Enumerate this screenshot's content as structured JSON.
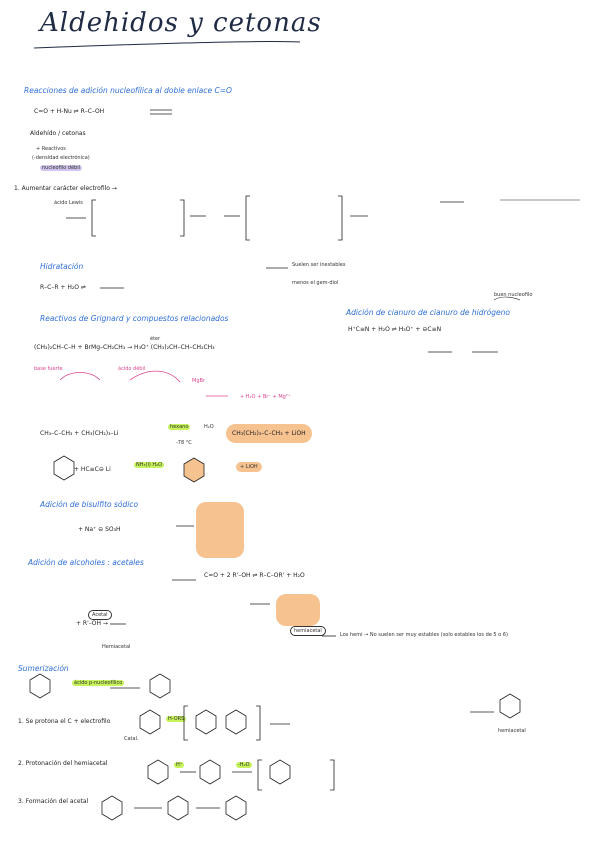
{
  "title": "Aldehidos y cetonas",
  "sections": {
    "s1": "Reacciones de adición nucleofílica al doble enlace C=O",
    "s2": "Hidratación",
    "s3": "Reactivos de Grignard y compuestos relacionados",
    "s4": "Adición de cianuro de cianuro de hidrógeno",
    "s5": "Adición de bisulfito sódico",
    "s6": "Adición de alcoholes : acetales",
    "s7": "Sumerización"
  },
  "notes": {
    "general_eq": "C=O + H-Nu ⇌ R–C–OH",
    "ald_ceto": "Aldehído / cetonas",
    "plus": "+ Reactivos",
    "densidad": "(-densidad electrónica)",
    "nucleofilo": "nucleofilo débil",
    "step1": "1. Aumentar carácter electrofilo →",
    "acido_lewis": "ácido Lewis",
    "hidr_eq": "R–C–R + H₂O ⇌",
    "hidr_note1": "Suelen ser inestables",
    "hidr_note2": "menos el gem-diol",
    "buen_nucleofilo": "buen nucleofilo",
    "hcn_eq": "H⁺C≡N + H₂O ⇌ H₃O⁺ + ⊖C≡N",
    "grignard_eq": "(CH₃)₂CH–C–H + BrMg–CH₂CH₃ → H₃O⁺ (CH₃)₂CH–CH–CH₂CH₃",
    "eter": "éter",
    "base_fuerte": "base fuerte",
    "acido_debil": "ácido débil",
    "grig_products": "+ H₂O + Br⁻ + Mg²⁺",
    "mg_br": "MgBr",
    "hexano": "hexano",
    "h2o": "H₂O",
    "temp": "-78 °C",
    "li_eq": "CH₃–C–CH₃ + CH₃(CH₂)₃–Li",
    "li_product": "CH₃(CH₂)₃–C–CH₃ + LiOH",
    "alkyne": "+ HC≡C⊖ Li",
    "nh3": "NH₃(l) H₂O",
    "plus_lioh": "+ LiOH",
    "bisulfito": "+ Na⁺ ⊖ SO₃H",
    "alcohol_eq": "C=O + 2 R'–OH ⇌ R–C–OR' + H₂O",
    "acetal_lbl": "Acetal",
    "hemi_lbl": "hemiacetal",
    "hemiacetal_lbl": "Hemiacetal",
    "los_hemi": "Los hemi → No suelen ser muy estables (solo estables los de 5 o 6)",
    "r_oh": "+ R'–OH →",
    "acido_nucleofilo": "ácido p-nucleofílico",
    "step_s7": "1. Se protona el C + electrofilo",
    "h_ors": "H-ORS",
    "catal": "Catal.",
    "hemiacetal2": "hemiacetal",
    "step2": "2. Protonación del hemiacetal",
    "step3": "3. Formación del acetal",
    "h_plus": "H⁺",
    "h2o2": "-H₂O"
  }
}
